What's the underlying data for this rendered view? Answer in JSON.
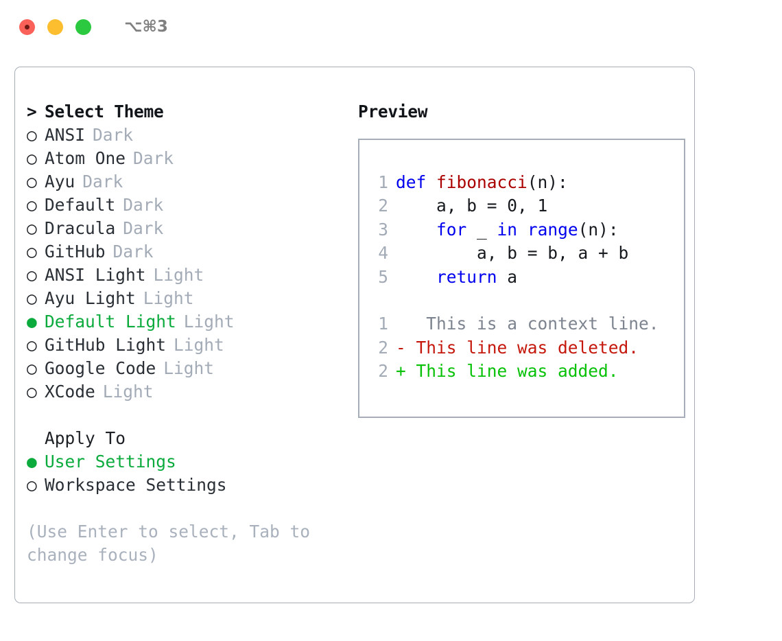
{
  "titlebar": {
    "shortcut": "⌥⌘3",
    "buttons": [
      {
        "name": "close",
        "color": "#fa6259"
      },
      {
        "name": "minimize",
        "color": "#fcbd2e"
      },
      {
        "name": "zoom",
        "color": "#2bc940"
      }
    ]
  },
  "colors": {
    "selected_green": "#0aab3c",
    "muted_gray": "#a3abb7",
    "keyword_blue": "#0000ee",
    "function_red": "#aa0000",
    "diff_deleted": "#c5180d",
    "diff_added": "#07c107",
    "border": "#a6adb8"
  },
  "theme_picker": {
    "header_prefix": ">",
    "header": "Select Theme",
    "marker_selected": "●",
    "marker_unselected": "○",
    "items": [
      {
        "label": "ANSI",
        "suffix": "Dark",
        "selected": false
      },
      {
        "label": "Atom One",
        "suffix": "Dark",
        "selected": false
      },
      {
        "label": "Ayu",
        "suffix": "Dark",
        "selected": false
      },
      {
        "label": "Default",
        "suffix": "Dark",
        "selected": false
      },
      {
        "label": "Dracula",
        "suffix": "Dark",
        "selected": false
      },
      {
        "label": "GitHub",
        "suffix": "Dark",
        "selected": false
      },
      {
        "label": "ANSI Light",
        "suffix": "Light",
        "selected": false
      },
      {
        "label": "Ayu Light",
        "suffix": "Light",
        "selected": false
      },
      {
        "label": "Default Light",
        "suffix": "Light",
        "selected": true
      },
      {
        "label": "GitHub Light",
        "suffix": "Light",
        "selected": false
      },
      {
        "label": "Google Code",
        "suffix": "Light",
        "selected": false
      },
      {
        "label": "XCode",
        "suffix": "Light",
        "selected": false
      }
    ]
  },
  "apply_to": {
    "title": "Apply To",
    "items": [
      {
        "label": "User Settings",
        "selected": true
      },
      {
        "label": "Workspace Settings",
        "selected": false
      }
    ]
  },
  "hint": "(Use Enter to select, Tab to\nchange focus)",
  "preview": {
    "title": "Preview",
    "code_lines": [
      {
        "number": "1",
        "tokens": [
          {
            "text": "def ",
            "style": "kw"
          },
          {
            "text": "fibonacci",
            "style": "fn"
          },
          {
            "text": "(n):",
            "style": "plain"
          }
        ]
      },
      {
        "number": "2",
        "tokens": [
          {
            "text": "    a, b = 0, 1",
            "style": "plain"
          }
        ]
      },
      {
        "number": "3",
        "tokens": [
          {
            "text": "    ",
            "style": "plain"
          },
          {
            "text": "for",
            "style": "kw"
          },
          {
            "text": " _ ",
            "style": "plain"
          },
          {
            "text": "in",
            "style": "kw"
          },
          {
            "text": " ",
            "style": "plain"
          },
          {
            "text": "range",
            "style": "kw"
          },
          {
            "text": "(n):",
            "style": "plain"
          }
        ]
      },
      {
        "number": "4",
        "tokens": [
          {
            "text": "        a, b = b, a + b",
            "style": "plain"
          }
        ]
      },
      {
        "number": "5",
        "tokens": [
          {
            "text": "    ",
            "style": "plain"
          },
          {
            "text": "return",
            "style": "kw"
          },
          {
            "text": " a",
            "style": "plain"
          }
        ]
      }
    ],
    "diff_lines": [
      {
        "number": "1",
        "sign": " ",
        "text": "  This is a context line.",
        "style": "ctx"
      },
      {
        "number": "2",
        "sign": "-",
        "text": " This line was deleted.",
        "style": "del"
      },
      {
        "number": "2",
        "sign": "+",
        "text": " This line was added.",
        "style": "add"
      }
    ]
  }
}
